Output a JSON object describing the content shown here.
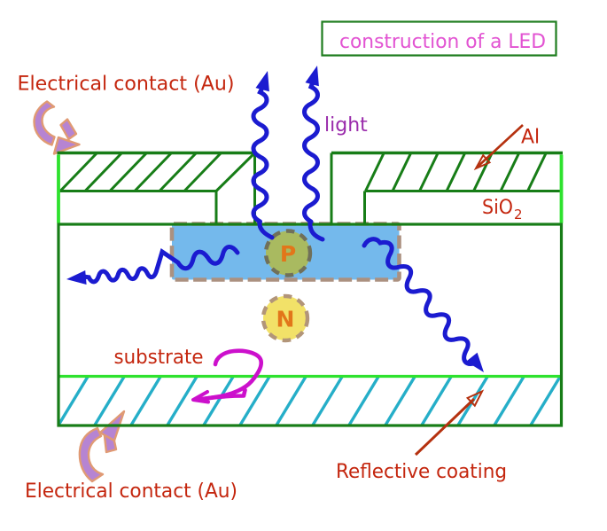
{
  "title": {
    "text": "construction of a LED"
  },
  "labels": {
    "electrical_contact_top": "Electrical contact (Au)",
    "electrical_contact_bottom": "Electrical contact (Au)",
    "light": "light",
    "al": "Al",
    "sio": "SiO",
    "sio_subscript": "2",
    "substrate": "substrate",
    "reflective_coating": "Reflective coating",
    "p_region_letter": "P",
    "n_region_letter": "N"
  },
  "colors": {
    "label_red": "#c4260e",
    "title_magenta": "#e253d2",
    "light_purple": "#9a2bab",
    "letter_orange": "#e2761a",
    "dark_green": "#177d17",
    "bright_green": "#2ee22e",
    "cyan_hatch": "#25aec8",
    "photon_blue": "#1b1bd0",
    "p_region_fill": "#74b9ec",
    "p_region_border": "#ab9180",
    "p_circle_fill": "#a9ba60",
    "p_circle_border": "#70705a",
    "n_circle_fill": "#f2e168",
    "n_circle_border": "#b29579",
    "squiggle_magenta": "#cc10cc",
    "arrow_dark_red": "#b5310f",
    "hand_arrow_purple": "#b684d2",
    "hand_arrow_outline": "#e09a74"
  }
}
